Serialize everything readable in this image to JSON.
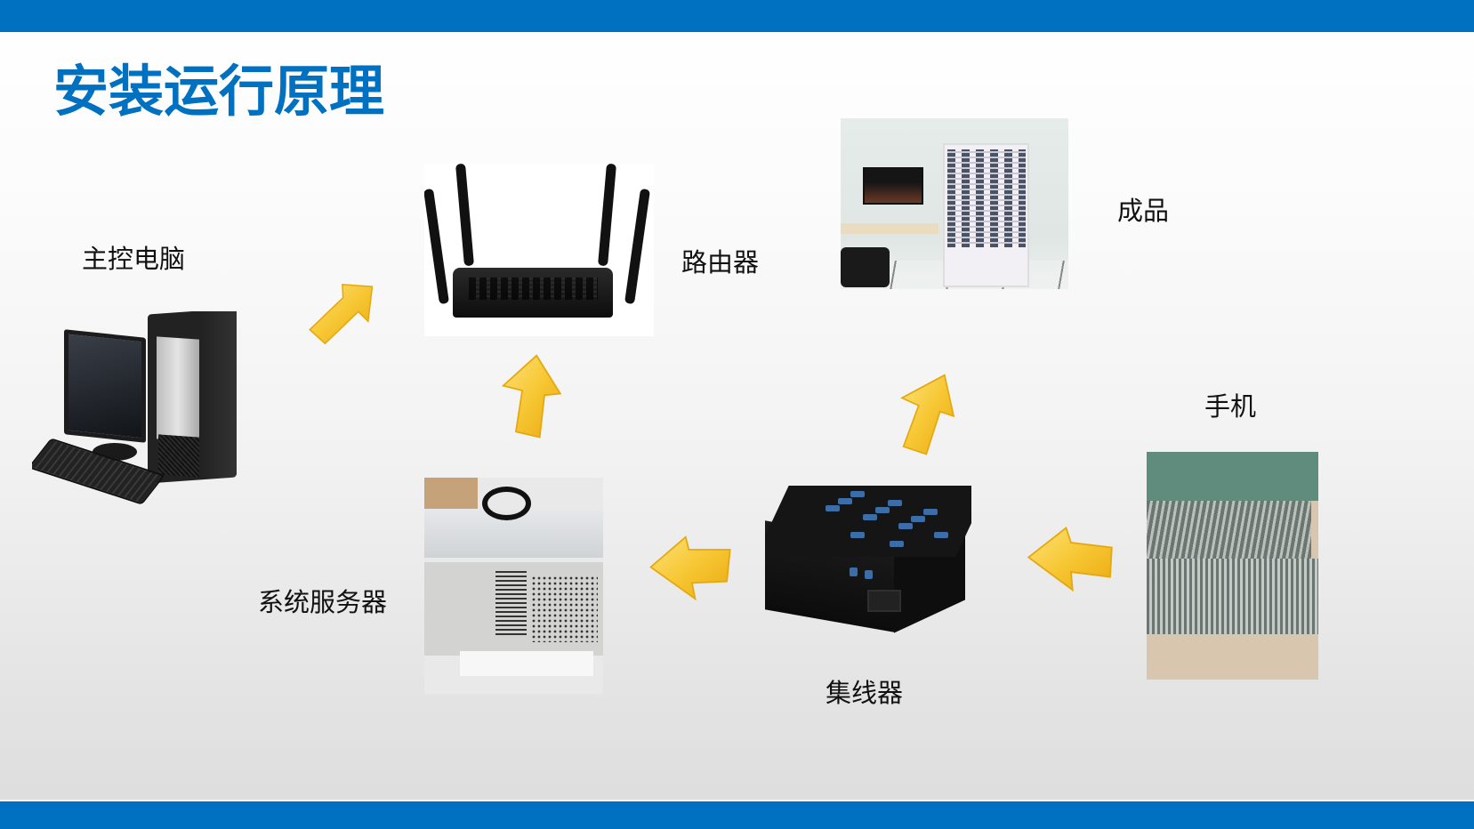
{
  "slide": {
    "title": "安装运行原理",
    "colors": {
      "accent": "#0070c0",
      "arrow": "#f5c330",
      "label_text": "#111111"
    }
  },
  "nodes": {
    "main_pc": {
      "label": "主控电脑",
      "icon": "desktop-computer-icon"
    },
    "router": {
      "label": "路由器",
      "icon": "wifi-router-icon"
    },
    "finished": {
      "label": "成品",
      "icon": "phone-rack-photo"
    },
    "phones": {
      "label": "手机",
      "icon": "phones-box-photo"
    },
    "hub": {
      "label": "集线器",
      "icon": "usb-hub-icon"
    },
    "server": {
      "label": "系统服务器",
      "icon": "server-photo"
    }
  },
  "flow": [
    {
      "from": "主控电脑",
      "to": "路由器",
      "direction": "up-right"
    },
    {
      "from": "系统服务器",
      "to": "路由器",
      "direction": "up"
    },
    {
      "from": "集线器",
      "to": "成品",
      "direction": "up-right"
    },
    {
      "from": "集线器",
      "to": "系统服务器",
      "direction": "left"
    },
    {
      "from": "手机",
      "to": "集线器",
      "direction": "left"
    }
  ]
}
